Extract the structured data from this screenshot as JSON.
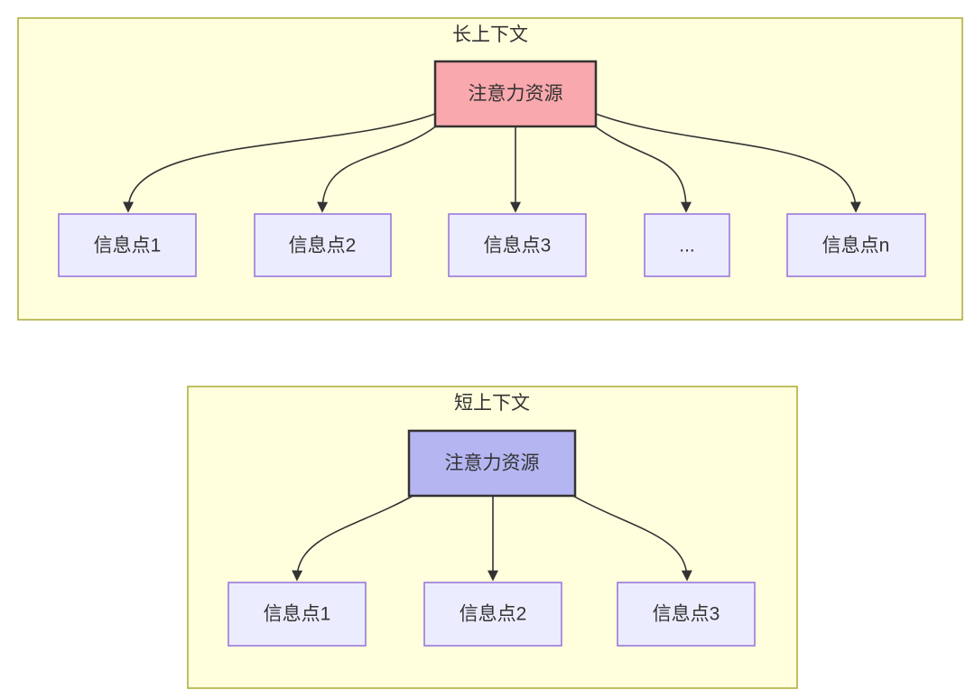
{
  "colors": {
    "page_background": "#ffffff",
    "container_fill": "#ffffde",
    "container_border": "#aaaa33",
    "attention_long_fill": "#f9a8ad",
    "attention_short_fill": "#b5b5f2",
    "attention_border": "#333333",
    "info_fill": "#ececff",
    "info_border": "#9370db",
    "edge_color": "#333333",
    "text_color": "#333333"
  },
  "diagram_long": {
    "title": "长上下文",
    "attention_label": "注意力资源",
    "nodes": [
      {
        "label": "信息点1"
      },
      {
        "label": "信息点2"
      },
      {
        "label": "信息点3"
      },
      {
        "label": "..."
      },
      {
        "label": "信息点n"
      }
    ]
  },
  "diagram_short": {
    "title": "短上下文",
    "attention_label": "注意力资源",
    "nodes": [
      {
        "label": "信息点1"
      },
      {
        "label": "信息点2"
      },
      {
        "label": "信息点3"
      }
    ]
  }
}
